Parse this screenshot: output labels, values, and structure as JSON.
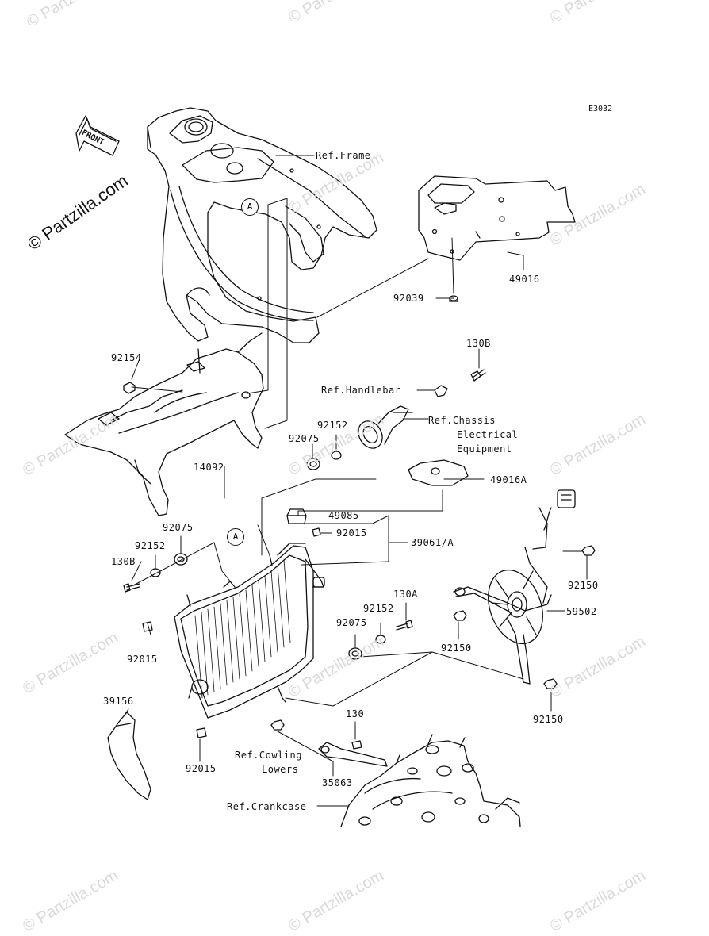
{
  "diagram_code": "E3032",
  "watermark_main": "© Partzilla.com",
  "watermark": "© Partzilla.com",
  "front_arrow": "FRONT",
  "circle_refs": [
    "A",
    "A"
  ],
  "labels": {
    "ref_frame": "Ref.Frame",
    "p49016": "49016",
    "p92039": "92039",
    "p130b_top": "130B",
    "ref_handlebar": "Ref.Handlebar",
    "ref_chassis_1": "Ref.Chassis",
    "ref_chassis_2": "Electrical",
    "ref_chassis_3": "Equipment",
    "p92154": "92154",
    "p92152_top": "92152",
    "p92075_top": "92075",
    "p14092": "14092",
    "p49016a": "49016A",
    "p49085": "49085",
    "p92015_top": "92015",
    "p39061a": "39061/A",
    "p92075_left": "92075",
    "p92152_left": "92152",
    "p130b_left": "130B",
    "p92150_right": "92150",
    "p59502": "59502",
    "p130a": "130A",
    "p92152_mid": "92152",
    "p92075_mid": "92075",
    "p92150_mid": "92150",
    "p92015_left": "92015",
    "p39156": "39156",
    "p92150_bottom": "92150",
    "p130": "130",
    "ref_cowling_1": "Ref.Cowling",
    "ref_cowling_2": "Lowers",
    "p35063": "35063",
    "p92015_bottom": "92015",
    "ref_crankcase": "Ref.Crankcase"
  }
}
